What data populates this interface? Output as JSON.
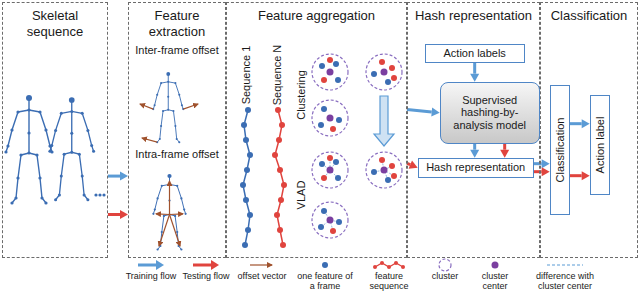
{
  "diagram": {
    "nodes": [
      {
        "text": [
          "Skeletal sequence"
        ]
      },
      {
        "text": [
          "Feature extraction"
        ]
      },
      {
        "text": [
          "Feature aggregation"
        ]
      },
      {
        "text": [
          "Hash representation"
        ]
      },
      {
        "text": [
          "Classification"
        ]
      },
      {
        "text": [
          "Action labels"
        ],
        "in": 3
      },
      {
        "text": [
          "Supervised hashing-by-analysis model"
        ],
        "in": 3
      },
      {
        "text": [
          "Hash representation"
        ],
        "in": 3
      },
      {
        "text": [
          "Classification"
        ],
        "in": 4
      },
      {
        "text": [
          "Action label"
        ],
        "in": 4
      }
    ],
    "edges": [
      {
        "from": 0,
        "to": 1,
        "arrow": "to"
      },
      {
        "from": 0,
        "to": 1,
        "arrow": "to"
      },
      {
        "from": 2,
        "to": 6,
        "arrow": "to"
      },
      {
        "from": 2,
        "to": 7,
        "arrow": "to"
      },
      {
        "from": 5,
        "to": 6,
        "arrow": "to"
      },
      {
        "from": 6,
        "to": 7,
        "arrow": "to"
      },
      {
        "from": 6,
        "to": 7,
        "arrow": "to"
      },
      {
        "from": 7,
        "to": 8,
        "arrow": "to"
      },
      {
        "from": 7,
        "to": 8,
        "arrow": "to"
      },
      {
        "from": 8,
        "to": 9,
        "arrow": "to"
      },
      {
        "from": 8,
        "to": 9,
        "arrow": "to"
      }
    ],
    "labels": [
      "Inter-frame offset",
      "Intra-frame offset",
      "Sequence 1",
      "Sequence N",
      "Clustering",
      "VLAD"
    ],
    "legend": [
      {
        "text": "Training flow"
      },
      {
        "text": "Testing flow"
      },
      {
        "text": "offset vector"
      },
      {
        "text": "one feature of a frame"
      },
      {
        "text": "feature sequence"
      },
      {
        "text": "cluster"
      },
      {
        "text": "cluster center"
      },
      {
        "text": "difference with cluster center"
      }
    ]
  }
}
